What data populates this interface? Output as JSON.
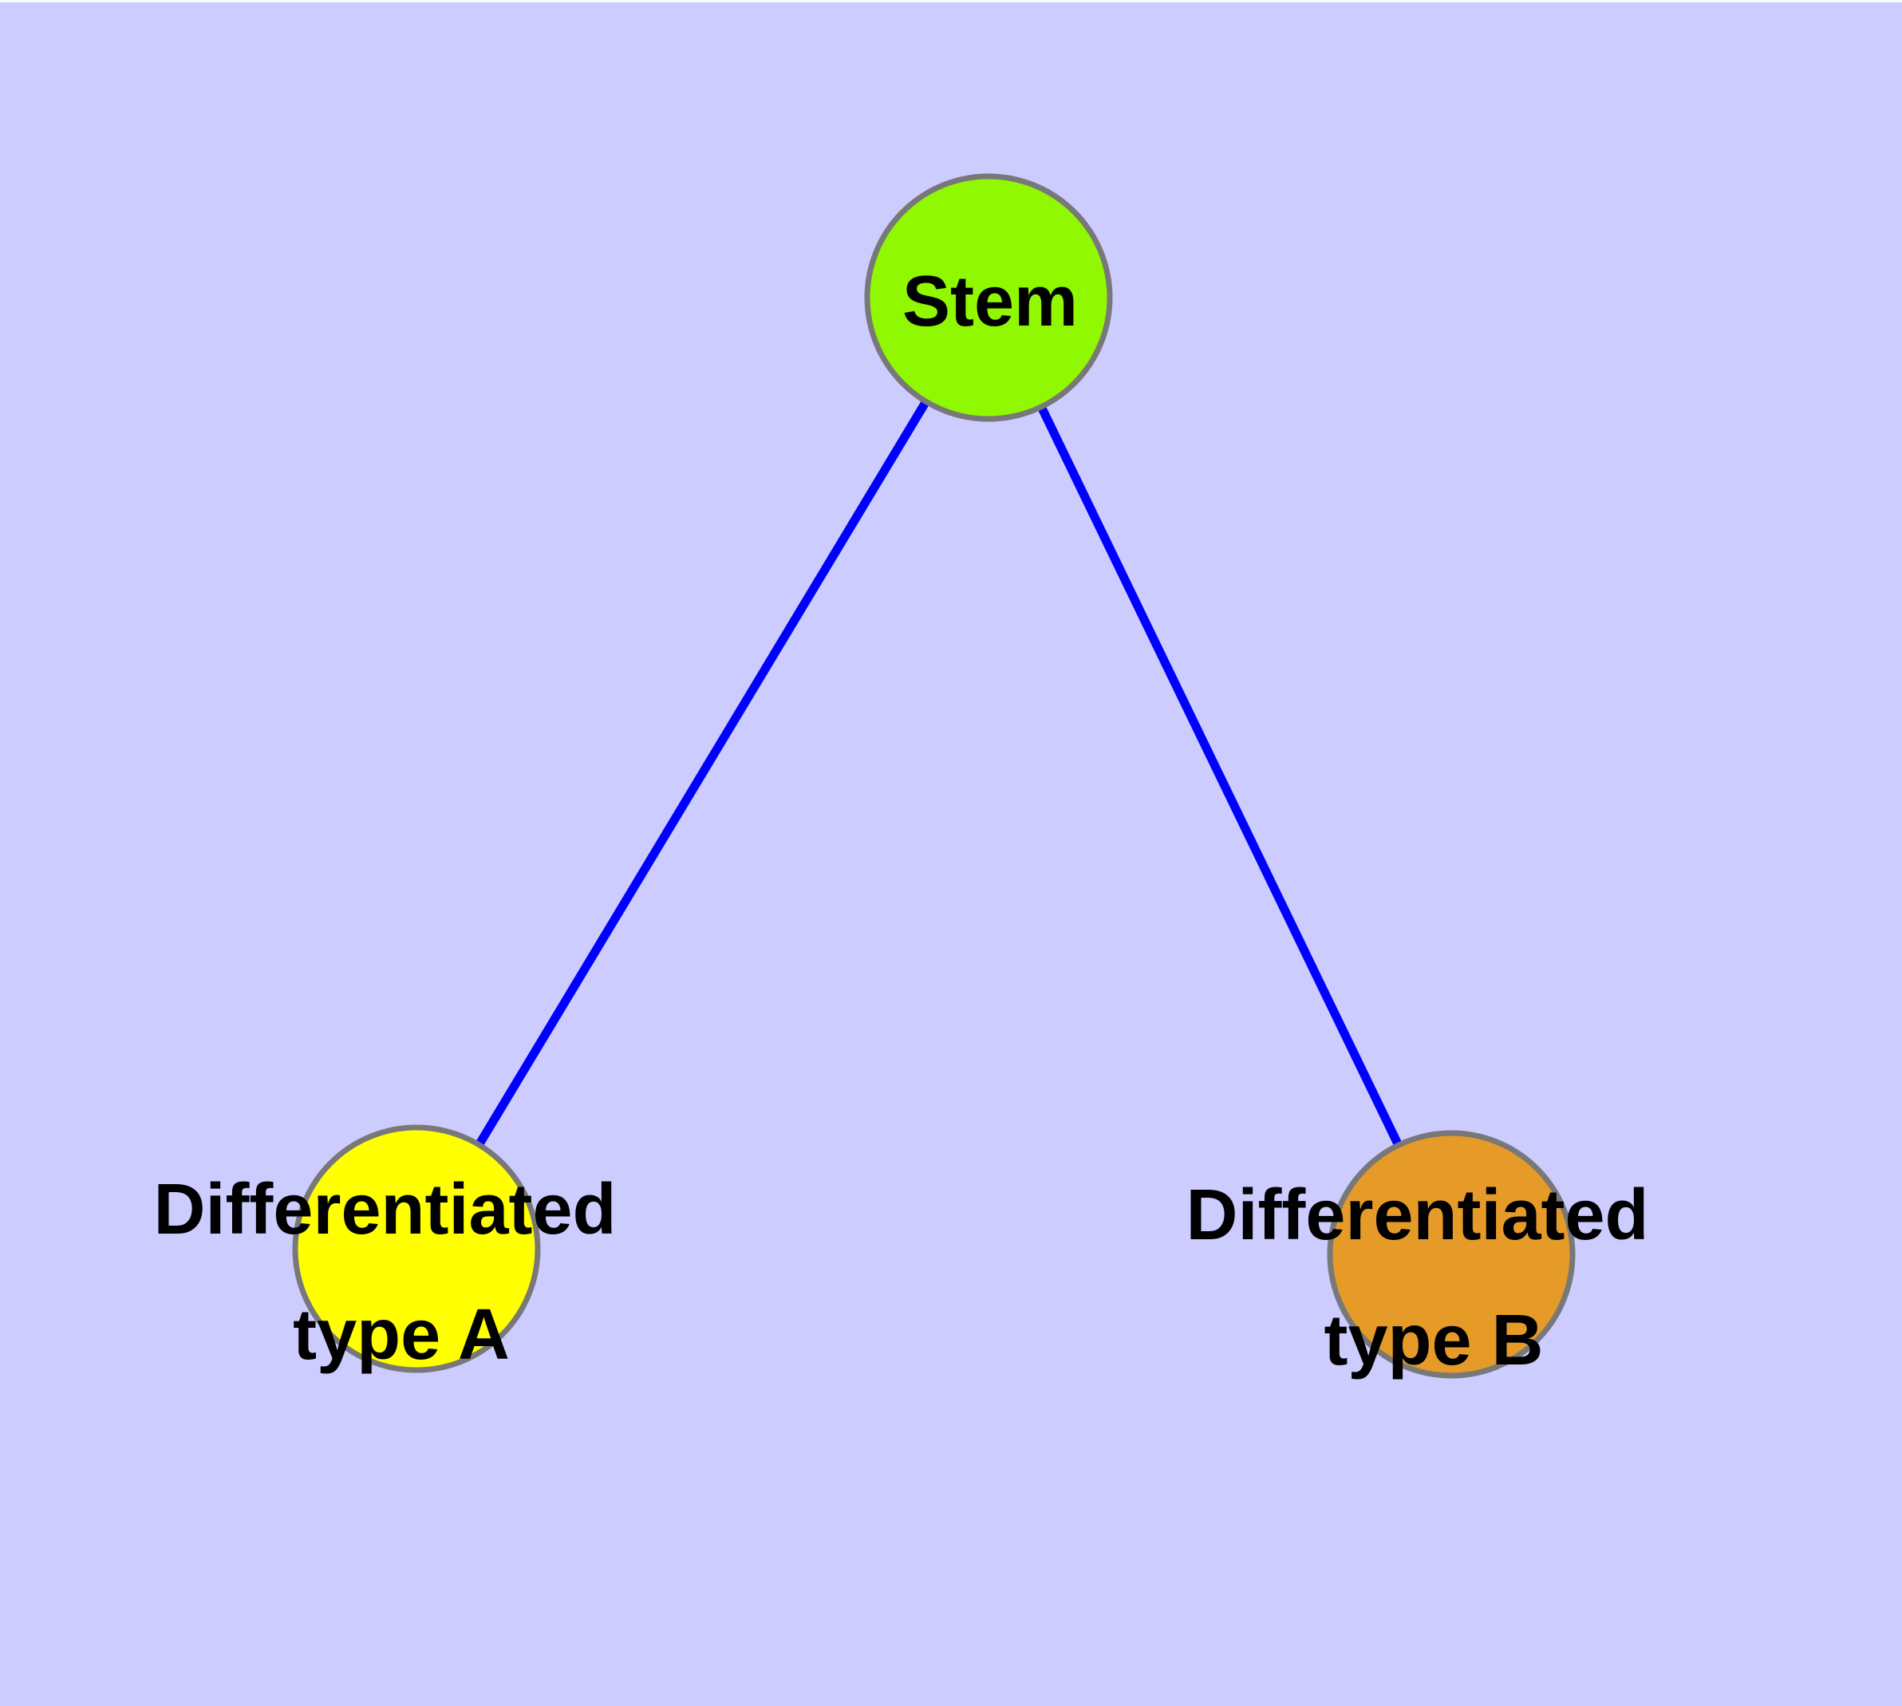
{
  "diagram": {
    "background_color": "#CCCCFF",
    "top_strip_color": "#FBFBFF",
    "text_color": "#000000",
    "nodes": [
      {
        "id": "stem",
        "label_line1": "Stem",
        "label_line2": "",
        "fill": "#90F800",
        "border_color": "#787878"
      },
      {
        "id": "differentiated-type-a",
        "label_line1": "Differentiated",
        "label_line2": "type A",
        "fill": "#FFFF00",
        "border_color": "#787878"
      },
      {
        "id": "differentiated-type-b",
        "label_line1": "Differentiated",
        "label_line2": "type B",
        "fill": "#E69A28",
        "border_color": "#787878"
      }
    ],
    "edges": [
      {
        "from": "stem",
        "to": "differentiated-type-a",
        "color": "#0000FF"
      },
      {
        "from": "stem",
        "to": "differentiated-type-b",
        "color": "#0000FF"
      }
    ]
  }
}
